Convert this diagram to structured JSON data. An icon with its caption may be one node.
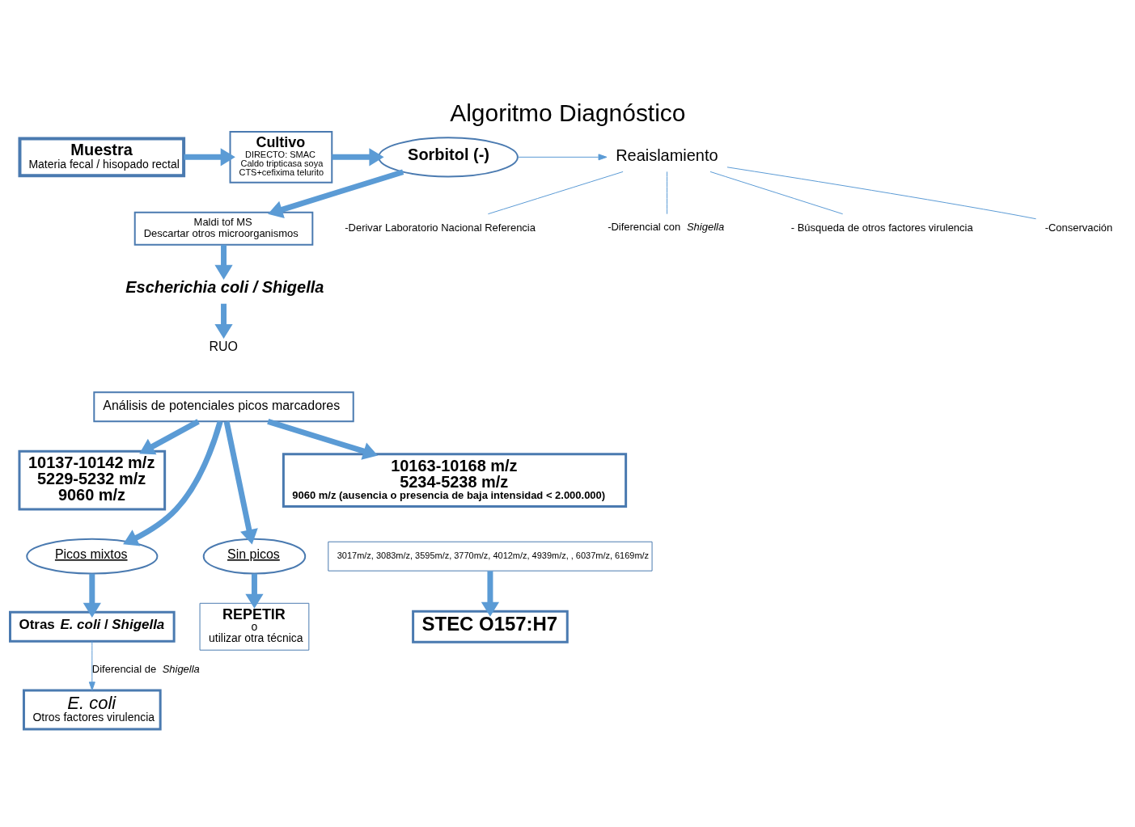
{
  "diagram": {
    "title": "Algoritmo Diagnóstico",
    "nodes": [
      {
        "text": [
          "Muestra",
          "Materia fecal / hisopado rectal"
        ]
      },
      {
        "text": [
          "Cultivo",
          "DIRECTO: SMAC",
          "Caldo tripticasa soya",
          "CTS+cefixima telurito"
        ]
      },
      {
        "text": [
          "Sorbitol (-)"
        ]
      },
      {
        "text": [
          "Reaislamiento"
        ]
      },
      {
        "text": [
          "-Derivar Laboratorio Nacional Referencia"
        ]
      },
      {
        "text": [
          "-Diferencial con *Shigella*"
        ]
      },
      {
        "text": [
          "- Búsqueda de otros factores virulencia"
        ]
      },
      {
        "text": [
          "-Conservación"
        ]
      },
      {
        "text": [
          "Maldi tof MS",
          "Descartar otros microorganismos"
        ]
      },
      {
        "text": [
          "Escherichia coli / Shigella"
        ]
      },
      {
        "text": [
          "RUO"
        ]
      },
      {
        "text": [
          "Análisis de potenciales picos marcadores"
        ]
      },
      {
        "text": [
          "10137-10142 m/z",
          "5229-5232 m/z",
          "9060 m/z"
        ]
      },
      {
        "text": [
          "Picos mixtos"
        ]
      },
      {
        "text": [
          "Sin picos"
        ]
      },
      {
        "text": [
          "10163-10168 m/z",
          "5234-5238 m/z",
          "9060 m/z (ausencia o presencia de baja intensidad < 2.000.000)"
        ]
      },
      {
        "text": [
          "Otras *E. coli* / *Shigella*"
        ]
      },
      {
        "text": [
          "E. coli",
          "Otros factores virulencia"
        ]
      },
      {
        "text": [
          "REPETIR",
          "o",
          "utilizar otra técnica"
        ]
      },
      {
        "text": [
          "3017m/z, 3083m/z, 3595m/z, 3770m/z, 4012m/z, 4939m/z, , 6037m/z, 6169m/z"
        ]
      },
      {
        "text": [
          "STEC O157:H7"
        ]
      }
    ],
    "edges": [
      {
        "from": 0,
        "to": 1,
        "arrow": "to"
      },
      {
        "from": 1,
        "to": 2,
        "arrow": "to"
      },
      {
        "from": 2,
        "to": 3,
        "arrow": "to"
      },
      {
        "from": 3,
        "to": 4,
        "arrow": "none"
      },
      {
        "from": 3,
        "to": 5,
        "arrow": "none"
      },
      {
        "from": 3,
        "to": 6,
        "arrow": "none"
      },
      {
        "from": 3,
        "to": 7,
        "arrow": "none"
      },
      {
        "from": 2,
        "to": 8,
        "arrow": "to"
      },
      {
        "from": 8,
        "to": 9,
        "arrow": "to"
      },
      {
        "from": 9,
        "to": 10,
        "arrow": "to"
      },
      {
        "from": 11,
        "to": 12,
        "arrow": "to"
      },
      {
        "from": 11,
        "to": 13,
        "arrow": "to"
      },
      {
        "from": 11,
        "to": 14,
        "arrow": "to"
      },
      {
        "from": 11,
        "to": 15,
        "arrow": "to"
      },
      {
        "from": 13,
        "to": 16,
        "arrow": "to"
      },
      {
        "from": 16,
        "to": 17,
        "arrow": "to",
        "label": "Diferencial de *Shigella*"
      },
      {
        "from": 14,
        "to": 18,
        "arrow": "to"
      },
      {
        "from": 19,
        "to": 20,
        "arrow": "to"
      }
    ]
  }
}
